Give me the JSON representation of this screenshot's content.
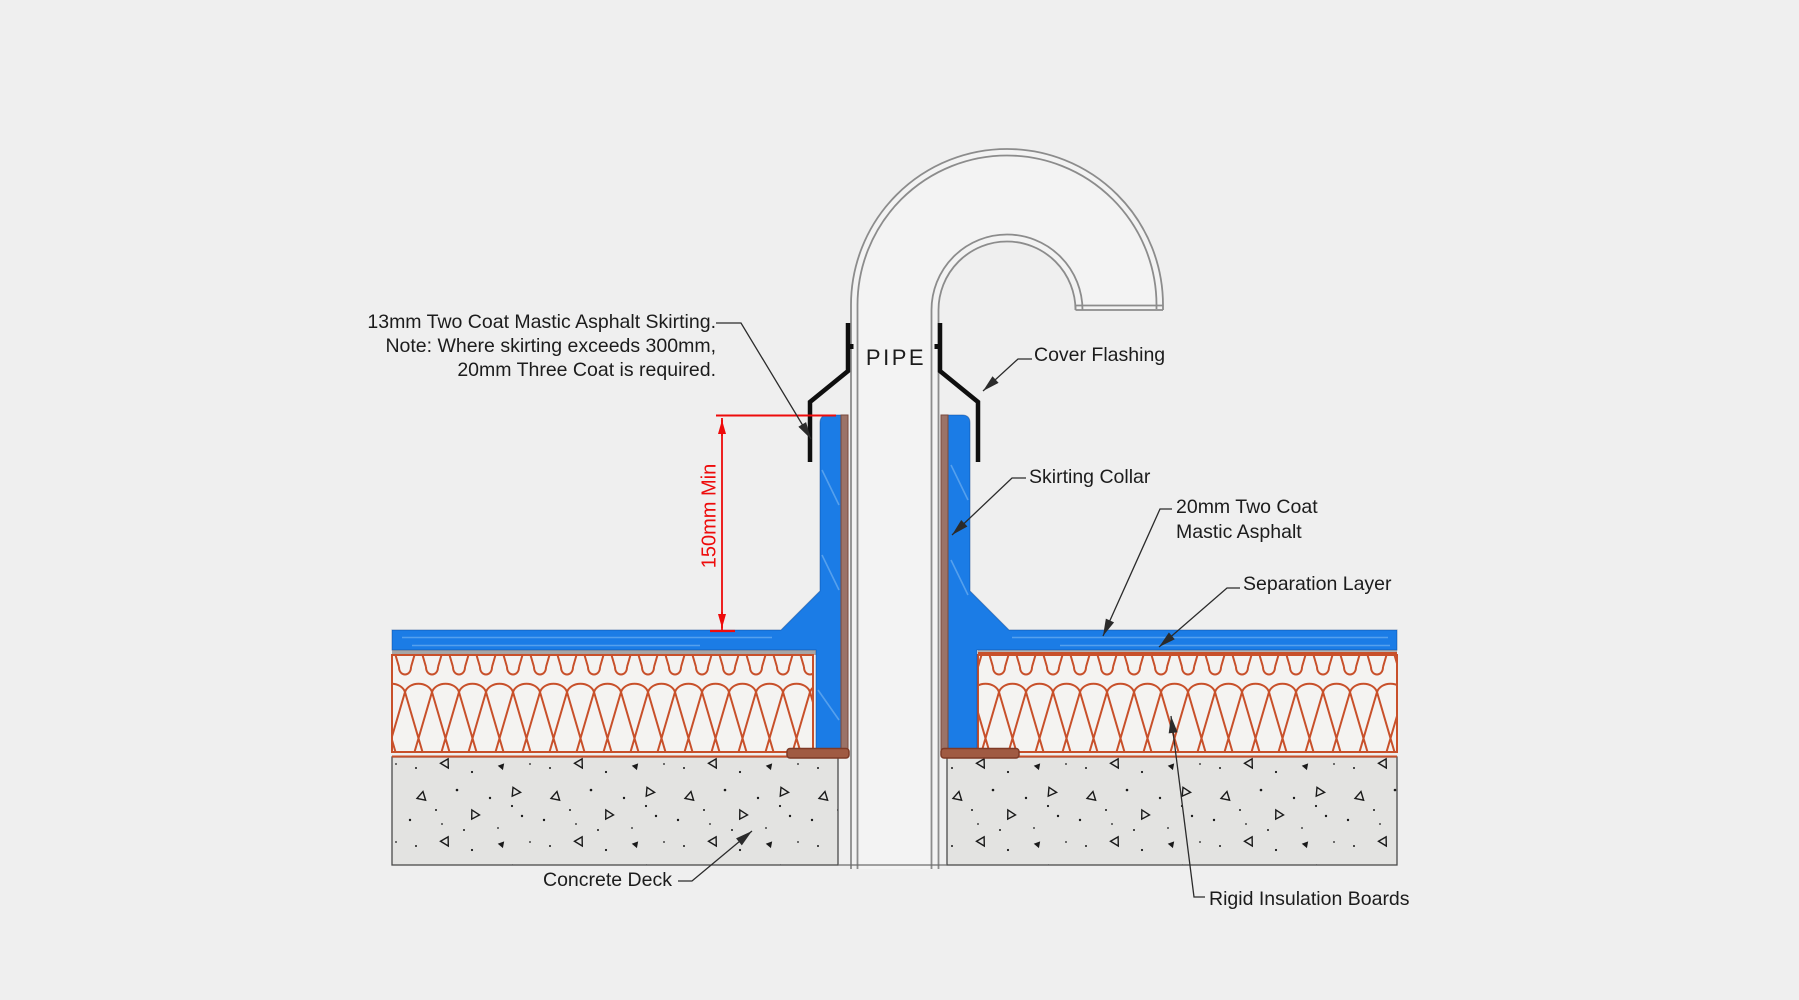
{
  "page": {
    "background": "#efefef"
  },
  "colors": {
    "background": "#efefef",
    "asphalt_blue": "#1b7ce6",
    "asphalt_streak": "#7db8f2",
    "insulation_orange": "#c8502a",
    "insulation_fill": "#f4f3f1",
    "lining_brown": "#9b7368",
    "base_brown": "#a05a42",
    "concrete_fill": "#e3e3e1",
    "concrete_mark": "#1a1a1a",
    "pipe_line": "#8c8c8c",
    "flashing_black": "#0f0f0f",
    "dimension_red": "#ee0b0b",
    "leader_dark": "#2b2b2b",
    "text": "#1c1c1c"
  },
  "diagram": {
    "note": [
      "13mm Two Coat Mastic Asphalt Skirting.",
      "Note: Where skirting exceeds 300mm,",
      "20mm Three Coat is required."
    ],
    "pipe_label": "PIPE",
    "labels": {
      "cover_flashing": "Cover Flashing",
      "skirting_collar": "Skirting Collar",
      "mastic_asphalt": [
        "20mm Two Coat",
        "Mastic Asphalt"
      ],
      "separation_layer": "Separation Layer",
      "concrete_deck": "Concrete Deck",
      "rigid_insulation_boards": "Rigid Insulation Boards"
    },
    "dimension": {
      "label": "150mm Min"
    }
  }
}
